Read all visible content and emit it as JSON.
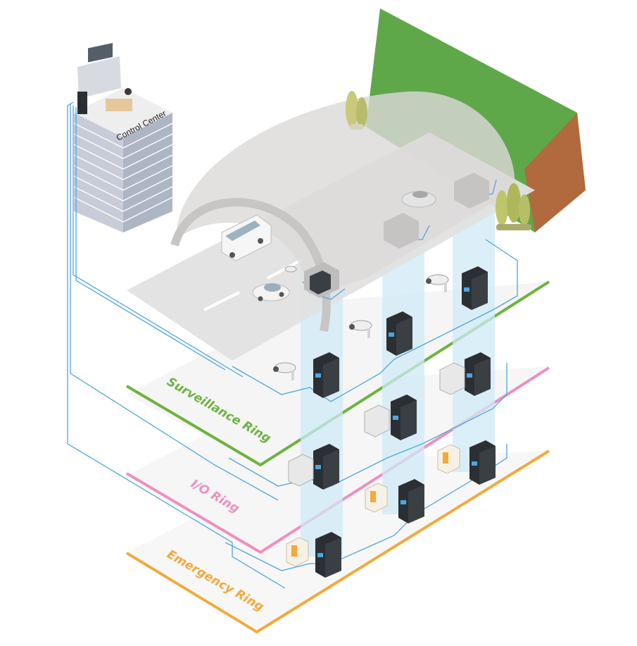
{
  "control_center": {
    "label": "Control Center"
  },
  "rings": [
    {
      "id": "surveillance",
      "label": "Surveillance Ring",
      "color": "#6db33f"
    },
    {
      "id": "io",
      "label": "I/O Ring",
      "color": "#ef8fbf"
    },
    {
      "id": "emergency",
      "label": "Emergency Ring",
      "color": "#f3a93c"
    }
  ],
  "colors": {
    "cable": "#4da6e0",
    "beam": "#cfeaf7",
    "switch": "#2b2f33",
    "tunnel": "#d9d6d6",
    "hill_top": "#5fa84a",
    "hill_side": "#b06a3d"
  },
  "icons": {
    "switch": "industrial-ethernet-switch-icon",
    "camera": "ip-camera-icon",
    "io": "io-module-icon",
    "emergency": "emergency-phone-icon",
    "car": "car-icon",
    "bus": "bus-icon",
    "tree": "tree-icon"
  }
}
